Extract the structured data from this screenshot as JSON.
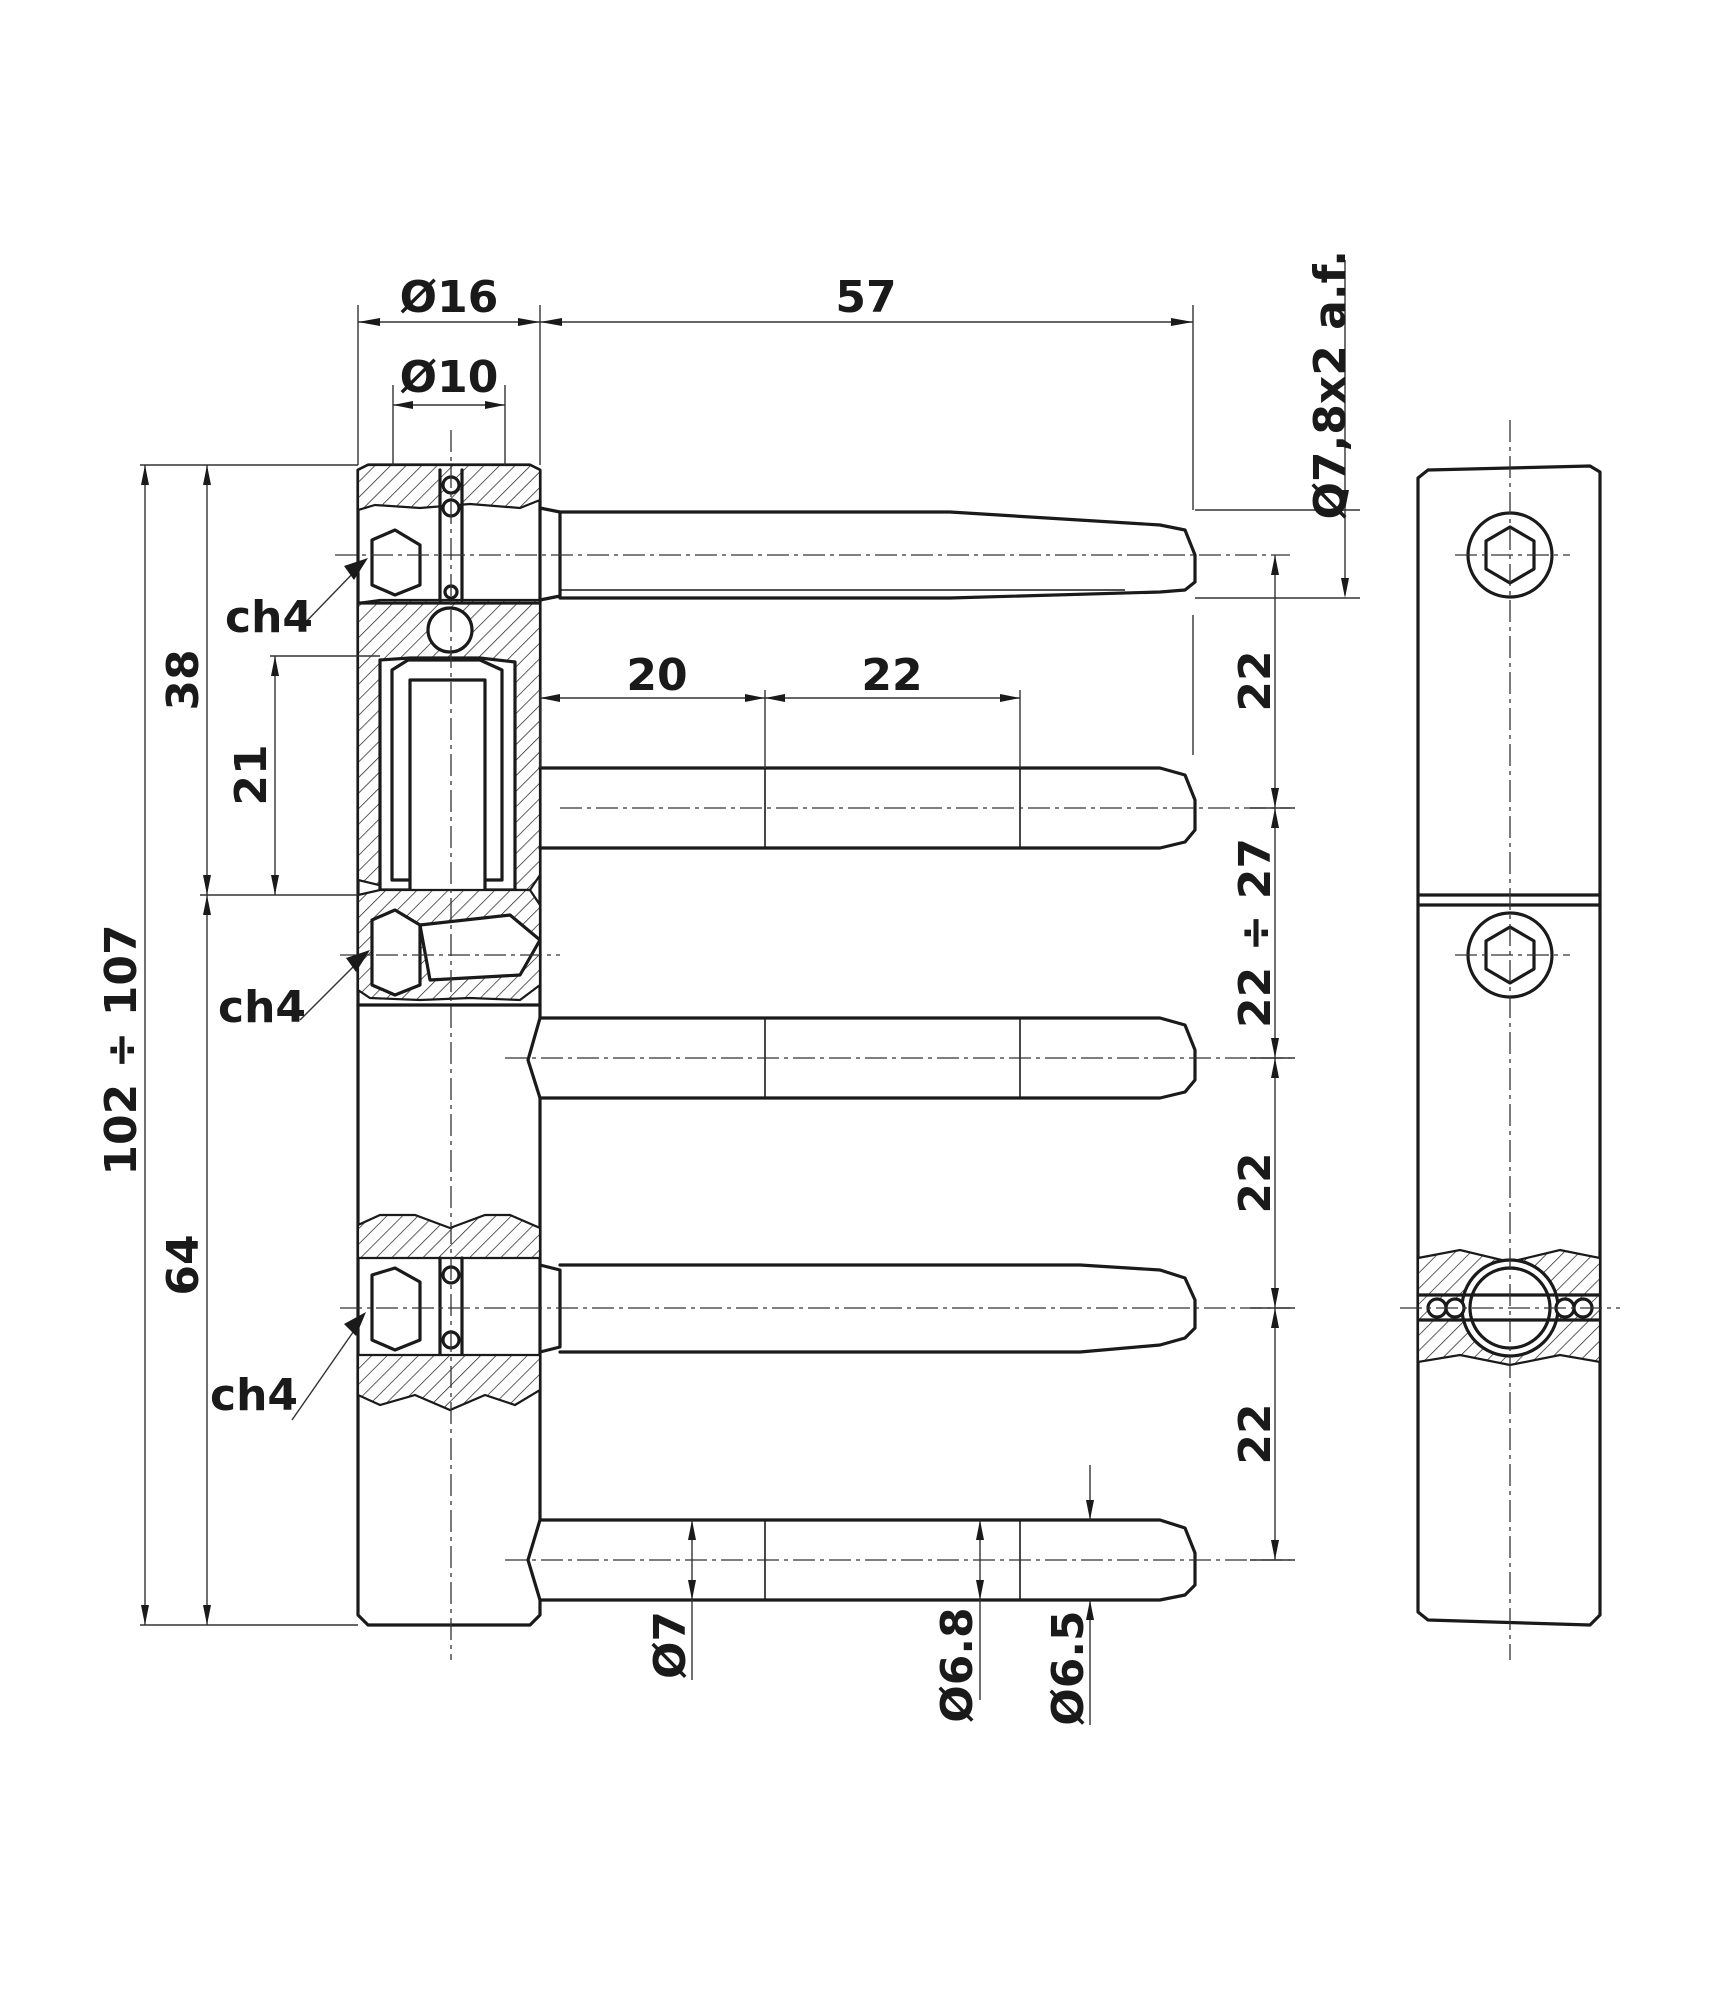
{
  "dimensions": {
    "dia_barrel": "Ø16",
    "dia_bore": "Ø10",
    "pin_length": "57",
    "pin_thread": "Ø7,8x2 a.f.",
    "upper_height": "38",
    "depth_21": "21",
    "total_height": "102 ÷ 107",
    "lower_height": "64",
    "step_20": "20",
    "step_22": "22",
    "pitch_1": "22",
    "pitch_adj": "22 ÷ 27",
    "pitch_3": "22",
    "pitch_4": "22",
    "dia_7": "Ø7",
    "dia_6_8": "Ø6.8",
    "dia_6_5": "Ø6.5"
  },
  "callouts": {
    "hex_upper": "ch4",
    "hex_middle": "ch4",
    "hex_lower": "ch4"
  }
}
